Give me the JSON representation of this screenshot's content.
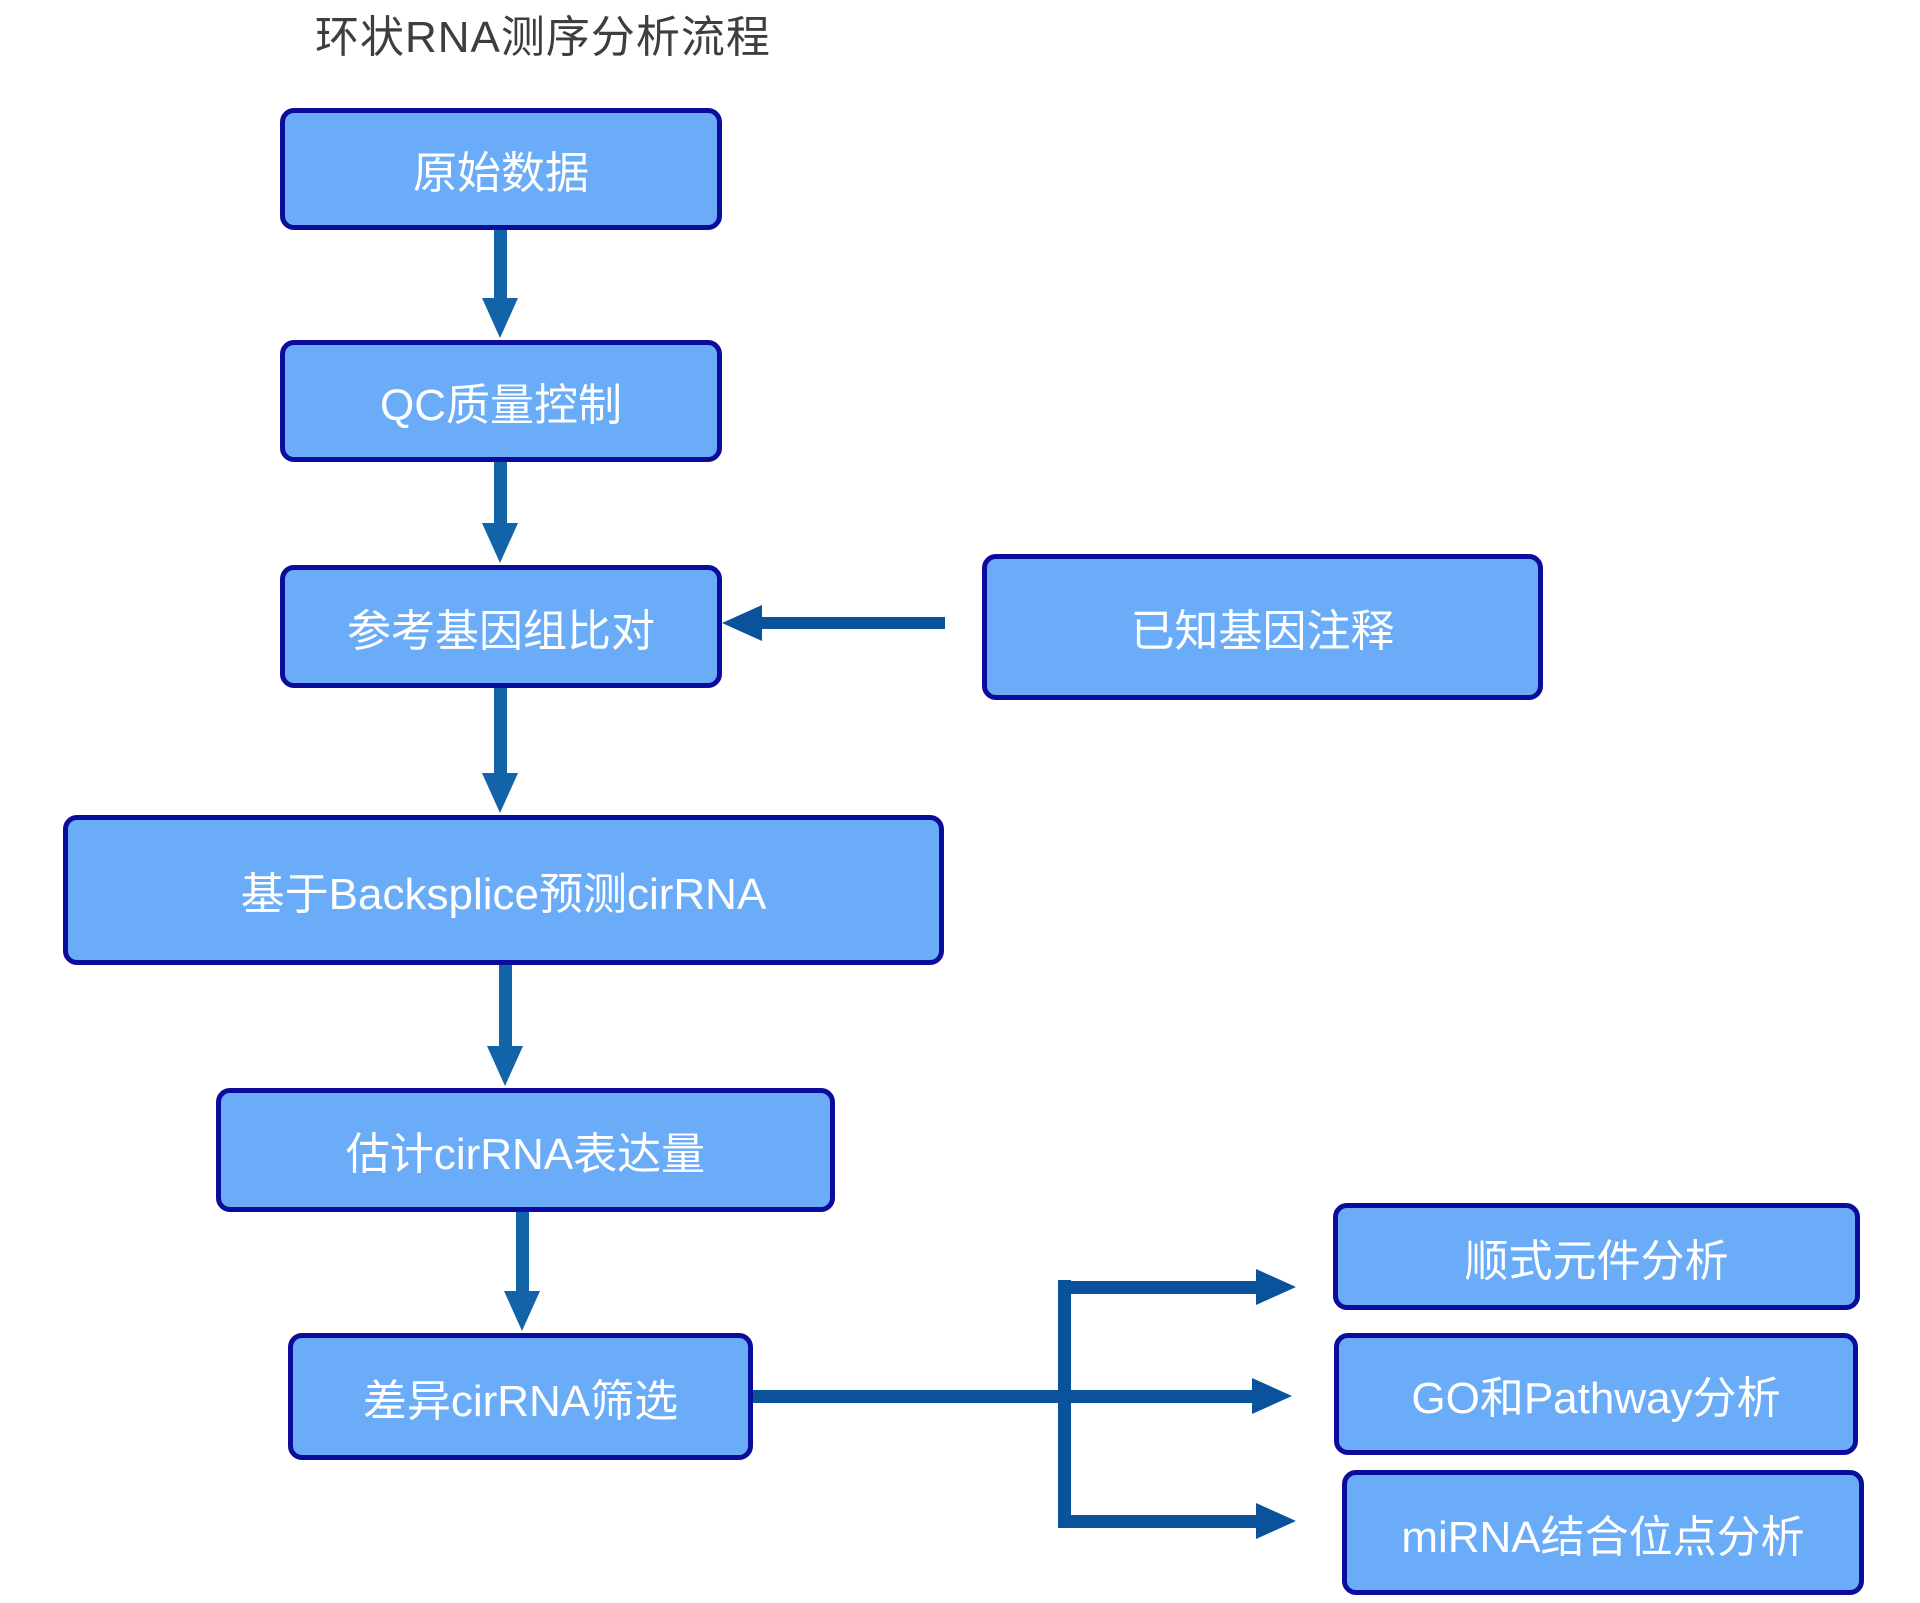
{
  "title": "环状RNA测序分析流程",
  "colors": {
    "node_fill": "#6aacf8",
    "node_border": "#0c0c9c",
    "arrow_vertical": "#1263a8",
    "arrow_horizontal": "#0b529c",
    "title_color": "#3e3e3e",
    "node_text": "#ffffff",
    "page_bg": "#ffffff"
  },
  "nodes": [
    {
      "id": "raw-data",
      "label": "原始数据"
    },
    {
      "id": "qc",
      "label": "QC质量控制"
    },
    {
      "id": "genome-align",
      "label": "参考基因组比对"
    },
    {
      "id": "gene-annotation",
      "label": "已知基因注释"
    },
    {
      "id": "backsplice",
      "label": "基于Backsplice预测cirRNA"
    },
    {
      "id": "expression",
      "label": "估计cirRNA表达量"
    },
    {
      "id": "diff-screen",
      "label": "差异cirRNA筛选"
    },
    {
      "id": "cis-element",
      "label": "顺式元件分析"
    },
    {
      "id": "go-pathway",
      "label": "GO和Pathway分析"
    },
    {
      "id": "mirna-binding",
      "label": "miRNA结合位点分析"
    }
  ],
  "edges": [
    {
      "from": "raw-data",
      "to": "qc"
    },
    {
      "from": "qc",
      "to": "genome-align"
    },
    {
      "from": "gene-annotation",
      "to": "genome-align"
    },
    {
      "from": "genome-align",
      "to": "backsplice"
    },
    {
      "from": "backsplice",
      "to": "expression"
    },
    {
      "from": "expression",
      "to": "diff-screen"
    },
    {
      "from": "diff-screen",
      "to": "cis-element"
    },
    {
      "from": "diff-screen",
      "to": "go-pathway"
    },
    {
      "from": "diff-screen",
      "to": "mirna-binding"
    }
  ]
}
